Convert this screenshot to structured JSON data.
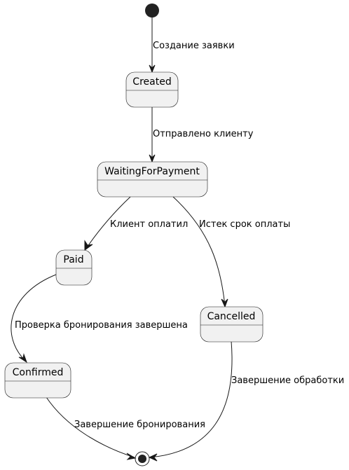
{
  "states": {
    "created": "Created",
    "waiting": "WaitingForPayment",
    "paid": "Paid",
    "cancelled": "Cancelled",
    "confirmed": "Confirmed"
  },
  "transitions": {
    "start_to_created": "Создание заявки",
    "created_to_waiting": "Отправлено клиенту",
    "waiting_to_paid": "Клиент оплатил",
    "waiting_to_cancelled": "Истек срок оплаты",
    "paid_to_confirmed": "Проверка бронирования завершена",
    "confirmed_to_end": "Завершение бронирования",
    "cancelled_to_end": "Завершение обработки"
  },
  "colors": {
    "state_fill": "#f1f1f1",
    "line": "#181818",
    "pseudo_state": "#222222"
  }
}
